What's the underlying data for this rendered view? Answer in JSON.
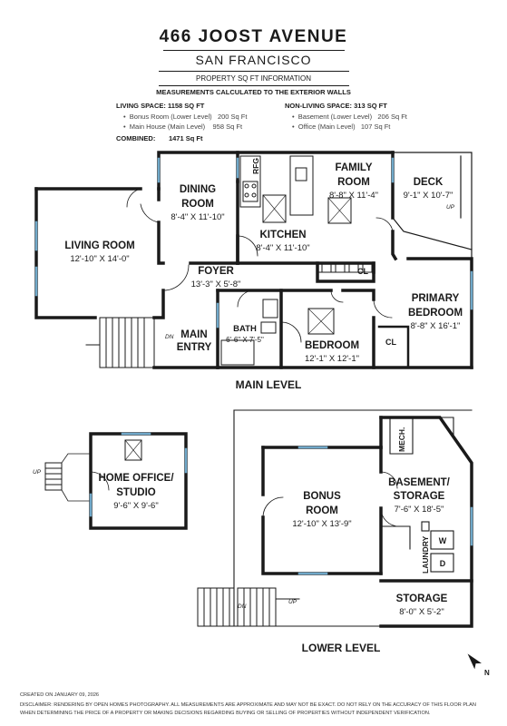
{
  "header": {
    "title": "466 JOOST AVENUE",
    "subtitle": "SAN FRANCISCO",
    "info_heading": "PROPERTY SQ FT INFORMATION",
    "info_subheading": "MEASUREMENTS CALCULATED TO THE EXTERIOR WALLS"
  },
  "sqft": {
    "living_label": "LIVING SPACE: 1158 SQ FT",
    "living_items": [
      {
        "name": "Bonus Room (Lower Level)",
        "value": "200 Sq Ft"
      },
      {
        "name": "Main House (Main Level)",
        "value": "958 Sq Ft"
      }
    ],
    "nonliving_label": "NON-LIVING SPACE: 313 SQ FT",
    "nonliving_items": [
      {
        "name": "Basement (Lower Level)",
        "value": "206 Sq Ft"
      },
      {
        "name": "Office (Main Level)",
        "value": "107 Sq Ft"
      }
    ],
    "combined_label": "COMBINED:",
    "combined_value": "1471 Sq Ft"
  },
  "main_level": {
    "label": "MAIN LEVEL",
    "rooms": {
      "dining": {
        "name1": "DINING",
        "name2": "ROOM",
        "dims": "8'-4\" X 11'-10\""
      },
      "family": {
        "name1": "FAMILY",
        "name2": "ROOM",
        "dims": "8'-8\" X 11'-4\""
      },
      "deck": {
        "name": "DECK",
        "dims": "9'-1\" X 10'-7\"",
        "up": "UP"
      },
      "living": {
        "name": "LIVING ROOM",
        "dims": "12'-10\" X 14'-0\""
      },
      "kitchen": {
        "name": "KITCHEN",
        "dims": "8'-4\" X 11'-10\""
      },
      "foyer": {
        "name": "FOYER",
        "dims": "13'-3\" X 5'-8\""
      },
      "primary": {
        "name1": "PRIMARY",
        "name2": "BEDROOM",
        "dims": "8'-8\" X 16'-1\""
      },
      "bath": {
        "name": "BATH",
        "dims": "6'-6\" X 7'-5\""
      },
      "entry": {
        "name1": "MAIN",
        "name2": "ENTRY",
        "dn": "DN"
      },
      "bedroom": {
        "name": "BEDROOM",
        "dims": "12'-1\" X 12'-1\""
      },
      "closet1": "CL",
      "closet2": "CL",
      "rfg": "RFG"
    }
  },
  "lower_level": {
    "label": "LOWER LEVEL",
    "rooms": {
      "office": {
        "name1": "HOME OFFICE/",
        "name2": "STUDIO",
        "dims": "9'-6\" X 9'-6\"",
        "up": "UP"
      },
      "bonus": {
        "name1": "BONUS",
        "name2": "ROOM",
        "dims": "12'-10\" X 13'-9\""
      },
      "basement": {
        "name1": "BASEMENT/",
        "name2": "STORAGE",
        "dims": "7'-6\" X 18'-5\""
      },
      "mech": "MECH.",
      "laundry": "LAUNDRY",
      "washer": "W",
      "dryer": "D",
      "storage": {
        "name": "STORAGE",
        "dims": "8'-0\" X 5'-2\""
      },
      "dn": "DN",
      "up": "UP"
    }
  },
  "compass": {
    "label": "N"
  },
  "footer": {
    "created": "CREATED ON JANUARY 09, 2026",
    "disclaimer1": "DISCLAIMER: RENDERING BY OPEN HOMES PHOTOGRAPHY. ALL MEASUREMENTS ARE APPROXIMATE AND MAY NOT BE EXACT. DO NOT RELY ON THE ACCURACY OF THIS FLOOR PLAN",
    "disclaimer2": "WHEN DETERMINING THE PRICE OF A PROPERTY OR MAKING DECISIONS REGARDING BUYING OR SELLING OF PROPERTIES WITHOUT INDEPENDENT VERIFICATION."
  }
}
